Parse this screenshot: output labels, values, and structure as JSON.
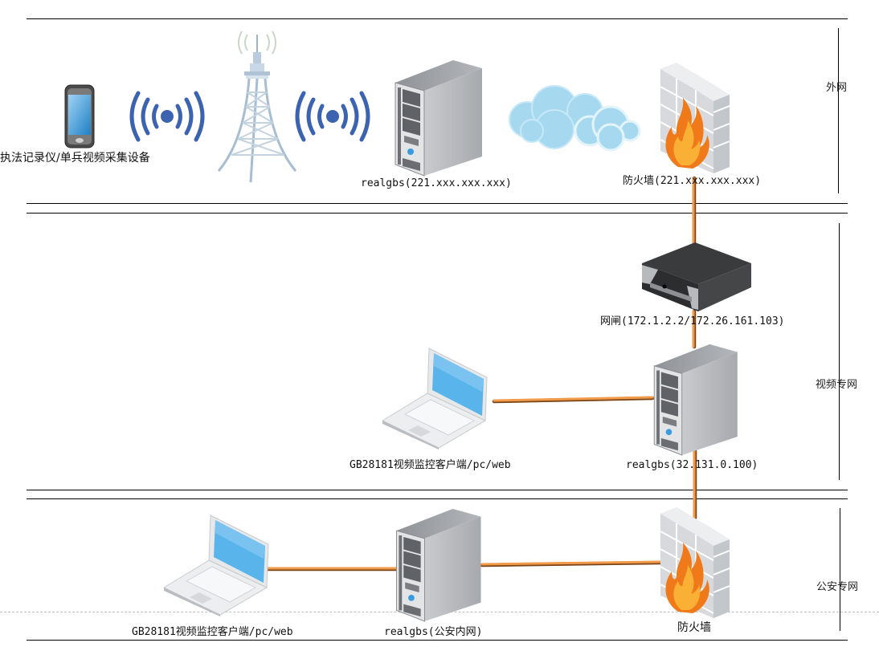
{
  "diagram": {
    "zones": [
      {
        "id": "external",
        "label": "外网"
      },
      {
        "id": "video-private",
        "label": "视频专网"
      },
      {
        "id": "police-private",
        "label": "公安专网"
      }
    ],
    "nodes": {
      "recorder": {
        "label": "执法记录仪/单兵视频采集设备",
        "icon": "mobile-phone-icon"
      },
      "wireless_left": {
        "icon": "wireless-signal-icon"
      },
      "tower": {
        "icon": "radio-tower-icon"
      },
      "wireless_right": {
        "icon": "wireless-signal-icon"
      },
      "realgbs_external": {
        "label": "realgbs(221.xxx.xxx.xxx)",
        "icon": "server-icon"
      },
      "cloud": {
        "icon": "cloud-icon"
      },
      "firewall_external": {
        "label": "防火墙(221.xxx.xxx.xxx)",
        "icon": "firewall-icon"
      },
      "gateway": {
        "label": "网闸(172.1.2.2/172.26.161.103)",
        "icon": "gateway-appliance-icon"
      },
      "client_video": {
        "label": "GB28181视频监控客户端/pc/web",
        "icon": "laptop-icon"
      },
      "realgbs_video": {
        "label": "realgbs(32.131.0.100)",
        "icon": "server-icon"
      },
      "client_police": {
        "label": "GB28181视频监控客户端/pc/web",
        "icon": "laptop-icon"
      },
      "realgbs_police": {
        "label": "realgbs(公安内网)",
        "icon": "server-icon"
      },
      "firewall_police": {
        "label": "防火墙",
        "icon": "firewall-icon"
      }
    },
    "connections": [
      {
        "from": "firewall_external",
        "to": "gateway"
      },
      {
        "from": "gateway",
        "to": "realgbs_video"
      },
      {
        "from": "client_video",
        "to": "realgbs_video"
      },
      {
        "from": "realgbs_video",
        "to": "firewall_police"
      },
      {
        "from": "client_police",
        "to": "realgbs_police"
      },
      {
        "from": "realgbs_police",
        "to": "firewall_police"
      }
    ],
    "colors": {
      "link": "#e8893a",
      "link_dark": "#7a4416",
      "signal": "#3c63b0",
      "screen": "#5ab4ec",
      "cloud": "#a6d9f0",
      "flame": "#f07a1a",
      "server": "#b9bcc0"
    }
  }
}
